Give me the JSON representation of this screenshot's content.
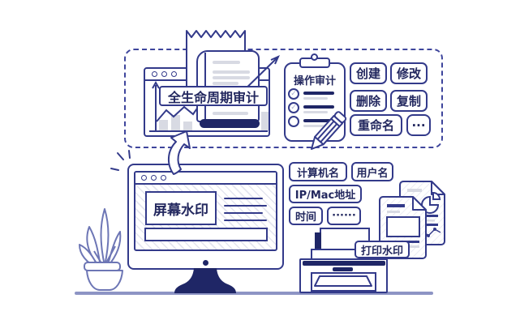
{
  "colors": {
    "outline_navy": "#333a8a",
    "dark_navy_fill": "#1f2666",
    "text_navy": "#23285f",
    "gray_line": "#d8dae3",
    "hatch_gray": "#e4e5ef",
    "floor_line": "#8d94c4"
  },
  "audit_panel": {
    "lifecycle_label": "全生命周期审计",
    "clipboard_title": "操作审计",
    "tag_create": "创建",
    "tag_modify": "修改",
    "tag_delete": "删除",
    "tag_copy": "复制",
    "tag_rename": "重命名",
    "tag_more": "···"
  },
  "screen_watermark": {
    "label": "屏幕水印",
    "tag_computer_name": "计算机名",
    "tag_user_name": "用户名",
    "tag_ip_mac": "IP/Mac地址",
    "tag_time": "时间",
    "tag_more": "······"
  },
  "print_watermark": {
    "label": "打印水印"
  }
}
